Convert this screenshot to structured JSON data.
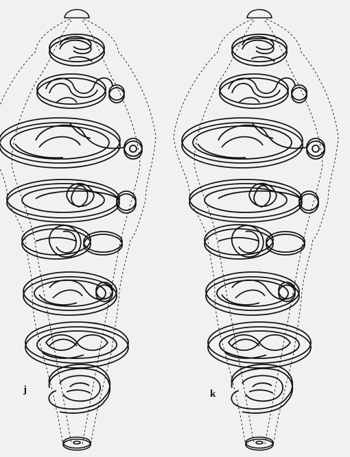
{
  "figure": {
    "panels": [
      {
        "label": "j",
        "slices": 8
      },
      {
        "label": "k",
        "slices": 8
      }
    ],
    "colors": {
      "ink": "#111111",
      "paper": "#f1f1ef",
      "band": "#f1f1ef"
    }
  }
}
